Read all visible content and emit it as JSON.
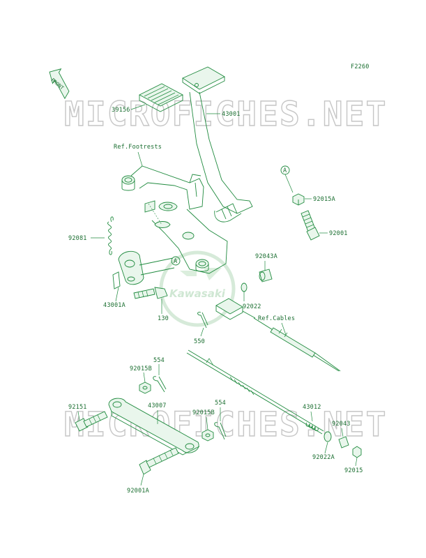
{
  "diagram_code": "F2260",
  "front_label": "FRONT",
  "watermark_text": "MICROFICHES.NET",
  "logo_text": "Kawasaki",
  "colors": {
    "line": "#1f8a3e",
    "text": "#1a6e30",
    "watermark": "#c6c6c6"
  },
  "refs": {
    "footrests": "Ref.Footrests",
    "cables": "Ref.Cables"
  },
  "callouts": {
    "a_top": "A",
    "a_mid": "A"
  },
  "parts": {
    "p39156": "39156",
    "p43001": "43001",
    "p92015A": "92015A",
    "p92001": "92001",
    "p92081": "92081",
    "p92043A": "92043A",
    "p43001A": "43001A",
    "p130": "130",
    "p92022": "92022",
    "p550": "550",
    "p554a": "554",
    "p92015Ba": "92015B",
    "p92151": "92151",
    "p43007": "43007",
    "p554b": "554",
    "p92015Bb": "92015B",
    "p43012": "43012",
    "p92043": "92043",
    "p92022A": "92022A",
    "p92015": "92015",
    "p92001A": "92001A"
  }
}
